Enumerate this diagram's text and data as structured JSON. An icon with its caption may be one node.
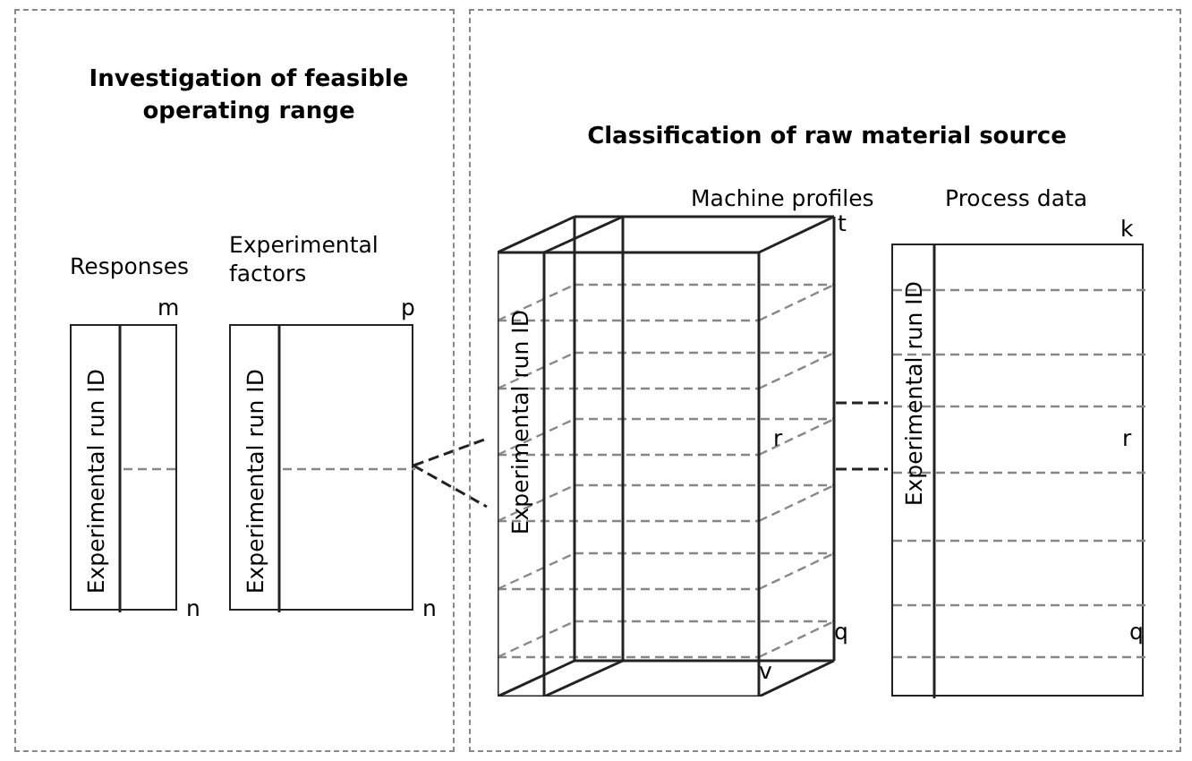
{
  "diagram": {
    "nodes": [
      {
        "text": [
          "Investigation of feasible operating range"
        ]
      },
      {
        "text": [
          "Responses",
          "Experimental run ID"
        ],
        "in": 0
      },
      {
        "text": [
          "Experimental factors",
          "Experimental run ID"
        ],
        "in": 0
      },
      {
        "text": [
          "Classification of raw material source"
        ]
      },
      {
        "text": [
          "Machine profiles",
          "Experimental run ID"
        ],
        "in": 3
      },
      {
        "text": [
          "Process data",
          "Experimental run ID"
        ],
        "in": 3
      }
    ],
    "edges": [
      {
        "from": 2,
        "to": 4,
        "arrow": "none",
        "style": "dashed"
      },
      {
        "from": 2,
        "to": 4,
        "arrow": "none",
        "style": "dashed"
      },
      {
        "from": 4,
        "to": 5,
        "arrow": "none",
        "style": "dashed"
      },
      {
        "from": 4,
        "to": 5,
        "arrow": "none",
        "style": "dashed"
      }
    ],
    "labels": [
      "m",
      "n",
      "p",
      "n",
      "t",
      "r",
      "q",
      "v",
      "k",
      "r",
      "q"
    ]
  }
}
